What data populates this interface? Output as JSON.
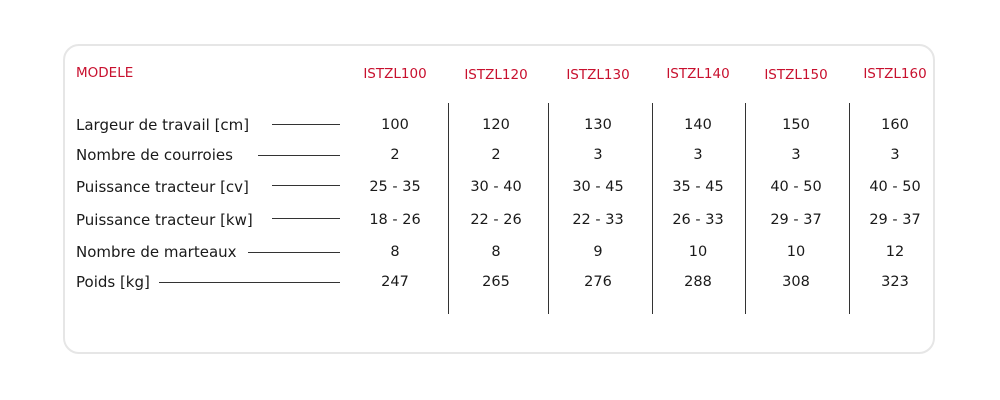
{
  "table": {
    "header_label": "MODELE",
    "columns": [
      "ISTZL100",
      "ISTZL120",
      "ISTZL130",
      "ISTZL140",
      "ISTZL150",
      "ISTZL160"
    ],
    "rows": [
      {
        "label": "Largeur de travail [cm]",
        "values": [
          "100",
          "120",
          "130",
          "140",
          "150",
          "160"
        ]
      },
      {
        "label": "Nombre de courroies",
        "values": [
          "2",
          "2",
          "3",
          "3",
          "3",
          "3"
        ]
      },
      {
        "label": "Puissance tracteur [cv]",
        "values": [
          "25 - 35",
          "30 - 40",
          "30 - 45",
          "35 - 45",
          "40 - 50",
          "40 - 50"
        ]
      },
      {
        "label": "Puissance tracteur [kw]",
        "values": [
          "18 - 26",
          "22 - 26",
          "22 - 33",
          "26 - 33",
          "29 - 37",
          "29 - 37"
        ]
      },
      {
        "label": "Nombre de marteaux",
        "values": [
          "8",
          "8",
          "9",
          "10",
          "10",
          "12"
        ]
      },
      {
        "label": "Poids [kg]",
        "values": [
          "247",
          "265",
          "276",
          "288",
          "308",
          "323"
        ]
      }
    ]
  },
  "colors": {
    "accent": "#c8102e",
    "text": "#1a1a1a",
    "border": "#e6e6e6"
  }
}
